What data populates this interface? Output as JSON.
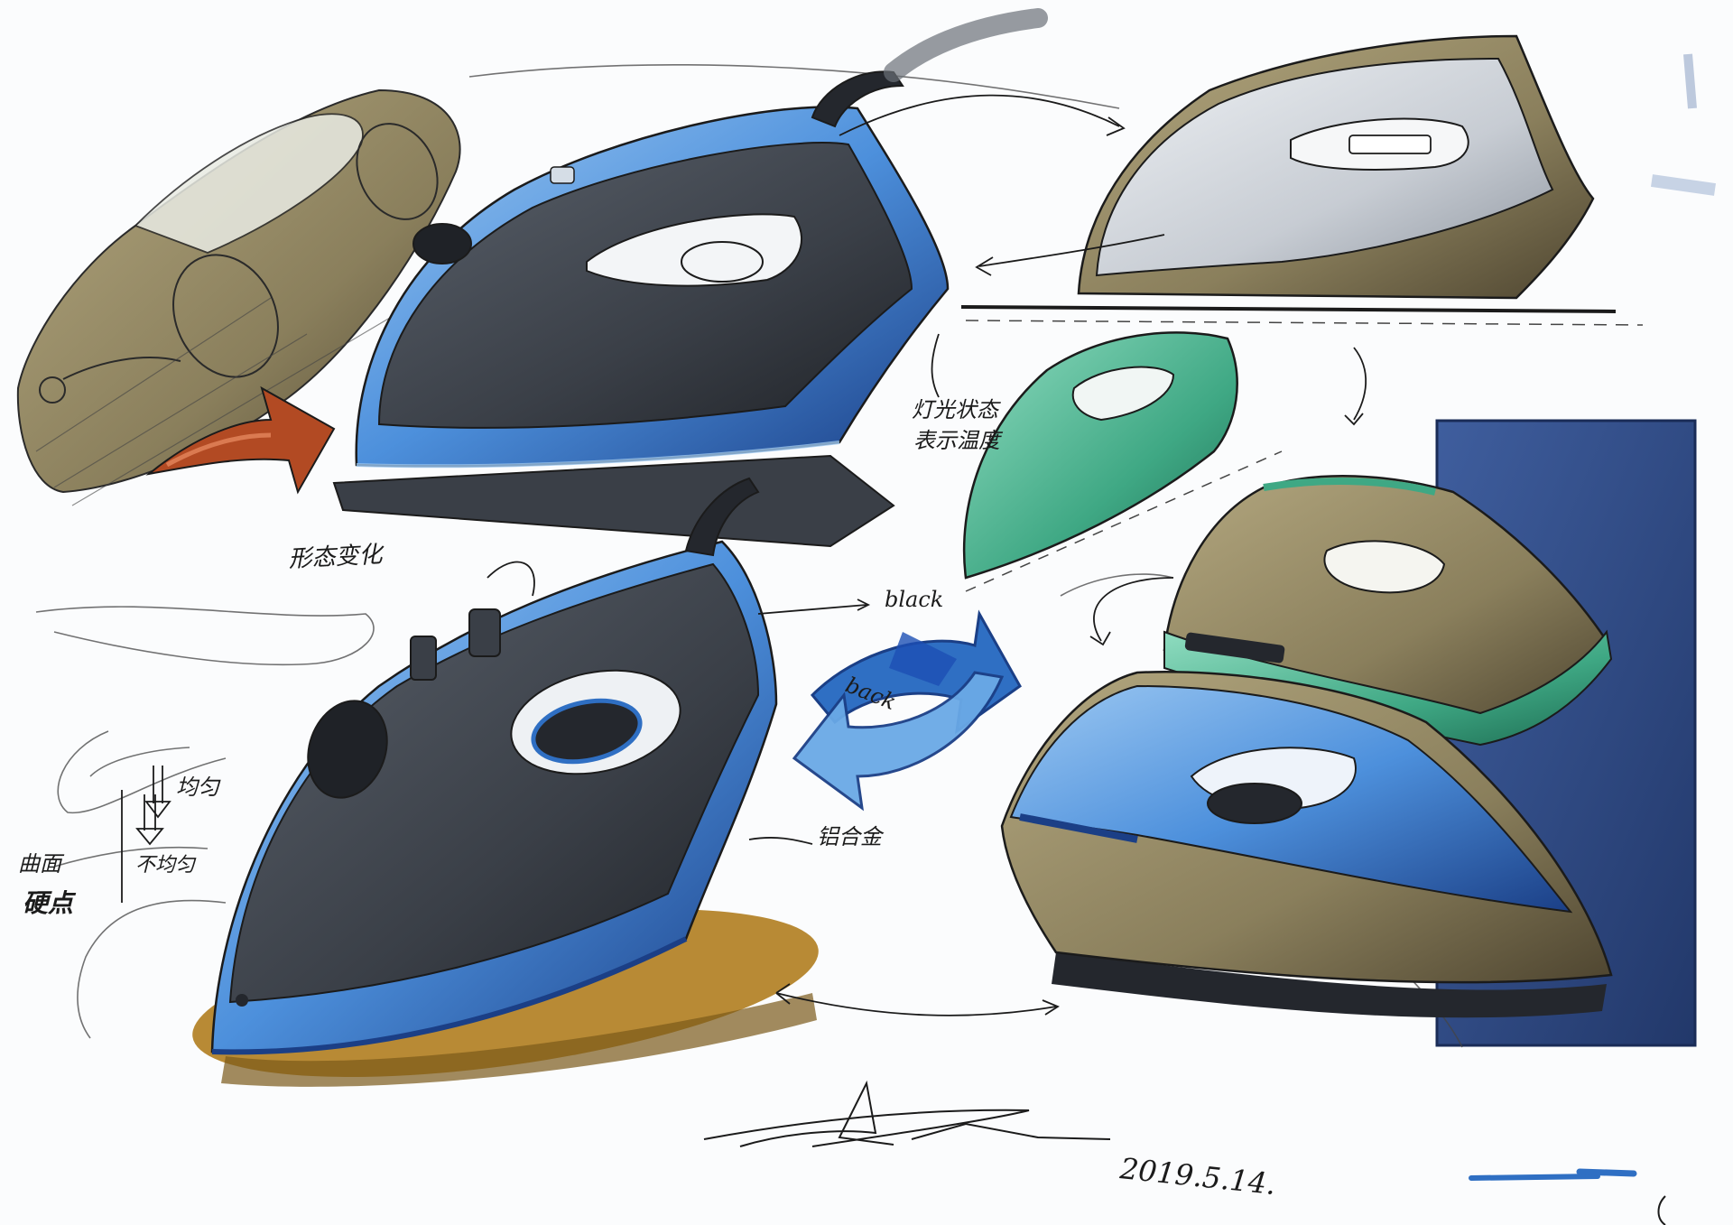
{
  "sheet": {
    "background": "#fbfcfd",
    "palette": {
      "blue_light": "#6aa9e6",
      "blue_mid": "#2f6fc3",
      "blue_dark": "#1b3f86",
      "charcoal": "#3a3f47",
      "charcoal_dark": "#24272d",
      "khaki": "#8a7f5c",
      "khaki_dark": "#5b5238",
      "silver": "#c7ccd3",
      "teal": "#3fa884",
      "navy_panel": "#2d4780",
      "orange_arrow": "#b24a23",
      "ochre_shadow": "#b07d1f",
      "ink": "#1b1b1b"
    }
  },
  "annotations": {
    "light_status_1": "灯光状态",
    "light_status_2": "表示温度",
    "shape_change": "形态变化",
    "black": "black",
    "back": "back",
    "aluminum": "铝合金",
    "even": "均匀",
    "uneven": "不均匀",
    "surface_1": "曲面",
    "surface_2": "硬点",
    "date": "2019.5.14."
  },
  "figures": [
    {
      "name": "car-sketch-khaki",
      "icon": "car-icon"
    },
    {
      "name": "iron-blue-top",
      "icon": "iron-icon"
    },
    {
      "name": "iron-silver-khaki",
      "icon": "iron-icon"
    },
    {
      "name": "iron-teal-outline",
      "icon": "iron-icon"
    },
    {
      "name": "iron-blue-large",
      "icon": "iron-icon"
    },
    {
      "name": "iron-khaki-teal",
      "icon": "iron-icon"
    },
    {
      "name": "iron-blue-khaki",
      "icon": "iron-icon"
    },
    {
      "name": "orange-arrow",
      "icon": "arrow-right-icon"
    },
    {
      "name": "blue-swap-arrows",
      "icon": "swap-arrows-icon"
    }
  ]
}
